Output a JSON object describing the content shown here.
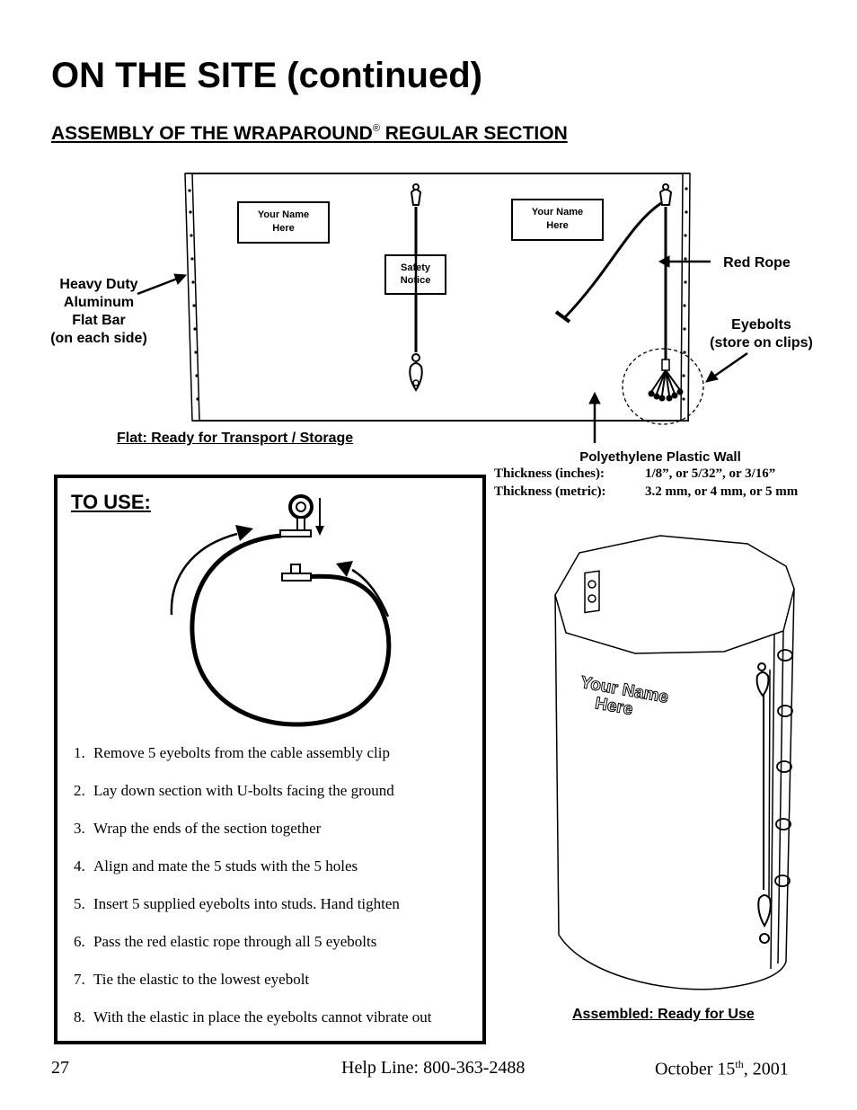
{
  "header": {
    "title": "ON THE SITE (continued)",
    "section_heading_pre": "ASSEMBLY OF THE WRAPAROUND",
    "section_heading_mark": "®",
    "section_heading_post": " REGULAR SECTION"
  },
  "flat_diagram": {
    "name_plate_1": [
      "Your Name",
      "Here"
    ],
    "name_plate_2": [
      "Your Name",
      "Here"
    ],
    "safety_notice": [
      "Safety",
      "Notice"
    ],
    "label_flat_bar": [
      "Heavy Duty",
      "Aluminum",
      "Flat Bar",
      "(on each side)"
    ],
    "label_red_rope": "Red Rope",
    "label_eyebolts": [
      "Eyebolts",
      "(store on clips)"
    ],
    "caption": "Flat: Ready for Transport / Storage",
    "label_wall": "Polyethylene Plastic Wall",
    "thickness": [
      {
        "label": "Thickness (inches):",
        "value": "1/8”, or 5/32”, or 3/16”"
      },
      {
        "label": "Thickness (metric):",
        "value": "3.2 mm, or 4 mm, or 5 mm"
      }
    ]
  },
  "to_use": {
    "heading": "TO USE:",
    "steps": [
      {
        "num": "1.",
        "text": "Remove 5 eyebolts from the cable assembly clip"
      },
      {
        "num": "2.",
        "text": "Lay down section with U-bolts facing the ground"
      },
      {
        "num": "3.",
        "text": "Wrap the ends of the section together"
      },
      {
        "num": "4.",
        "text": "Align and mate the 5 studs with the 5 holes"
      },
      {
        "num": "5.",
        "text": "Insert 5 supplied eyebolts into studs.  Hand tighten"
      },
      {
        "num": "6.",
        "text": "Pass the red elastic rope through all 5 eyebolts"
      },
      {
        "num": "7.",
        "text": "Tie the elastic to the lowest eyebolt"
      },
      {
        "num": "8.",
        "text": "With the elastic in place the eyebolts cannot vibrate out"
      }
    ]
  },
  "assembled_diagram": {
    "name_text": [
      "Your Name",
      "Here"
    ],
    "caption": "Assembled: Ready for Use"
  },
  "footer": {
    "page_number": "27",
    "help_line": "Help Line: 800-363-2488",
    "date_pre": "October 15",
    "date_sup": "th",
    "date_post": ", 2001"
  }
}
